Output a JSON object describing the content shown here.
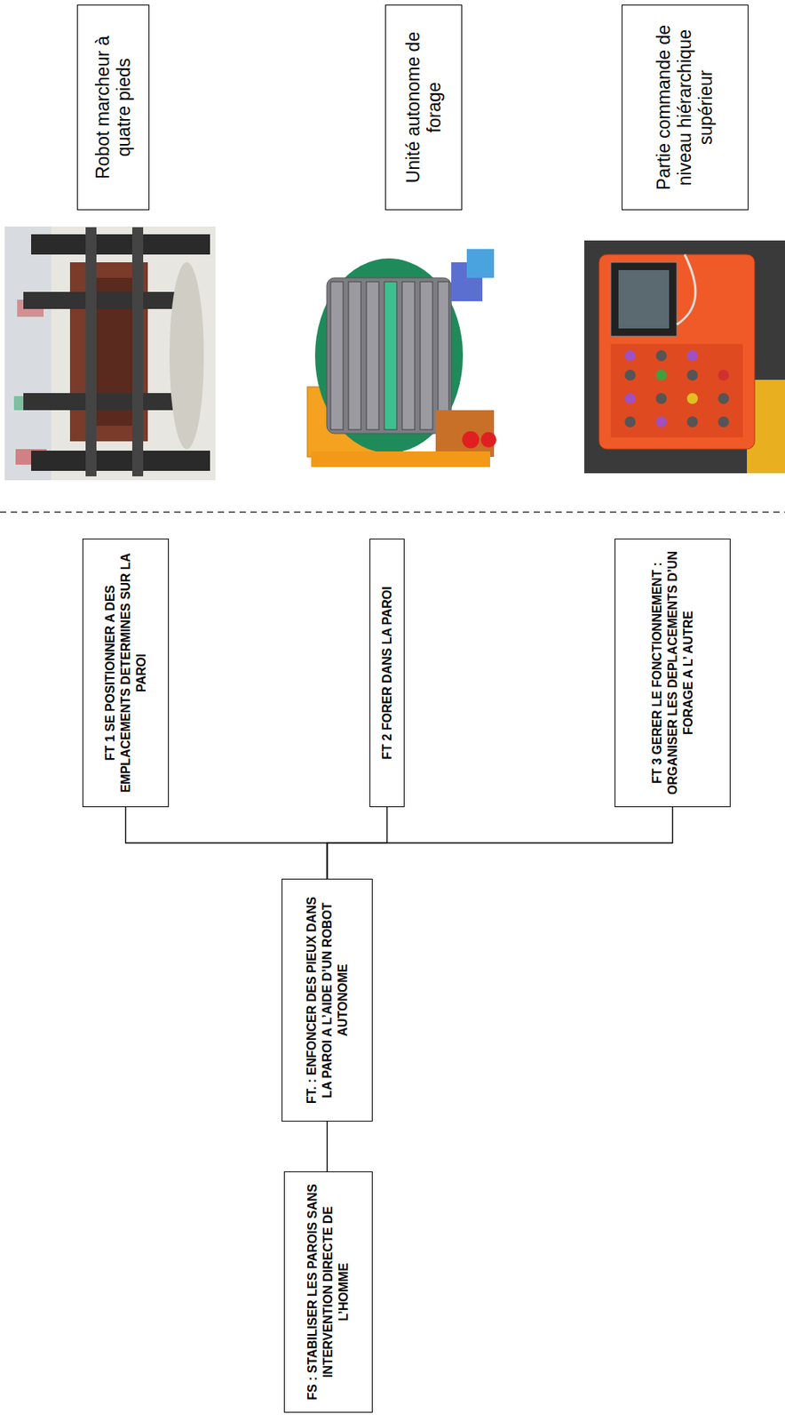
{
  "diagram": {
    "nodes": [
      {
        "text": [
          "FS : STABILISER LES PAROIS SANS INTERVENTION DIRECTE DE L’HOMME"
        ]
      },
      {
        "text": [
          "FT. : ENFONCER DES PIEUX DANS LA PAROI A L’AIDE D’UN ROBOT AUTONOME"
        ]
      },
      {
        "text": [
          "FT 1 SE POSITIONNER A DES EMPLACEMENTS DETERMINES SUR LA PAROI"
        ]
      },
      {
        "text": [
          "FT 2 FORER DANS LA PAROI"
        ]
      },
      {
        "text": [
          "FT 3 GERER LE FONCTIONNEMENT : ORGANISER LES DEPLACEMENTS D’UN FORAGE A L’ AUTRE"
        ]
      },
      {
        "text": [
          "Robot marcheur à quatre pieds"
        ]
      },
      {
        "text": [
          "Unité autonome de forage"
        ]
      },
      {
        "text": [
          "Partie commande de niveau hiérarchique supérieur"
        ]
      }
    ],
    "edges": [
      {
        "from": 0,
        "to": 1,
        "arrow": "none"
      },
      {
        "from": 1,
        "to": 2,
        "arrow": "none"
      },
      {
        "from": 1,
        "to": 3,
        "arrow": "none"
      },
      {
        "from": 1,
        "to": 4,
        "arrow": "none"
      }
    ]
  }
}
